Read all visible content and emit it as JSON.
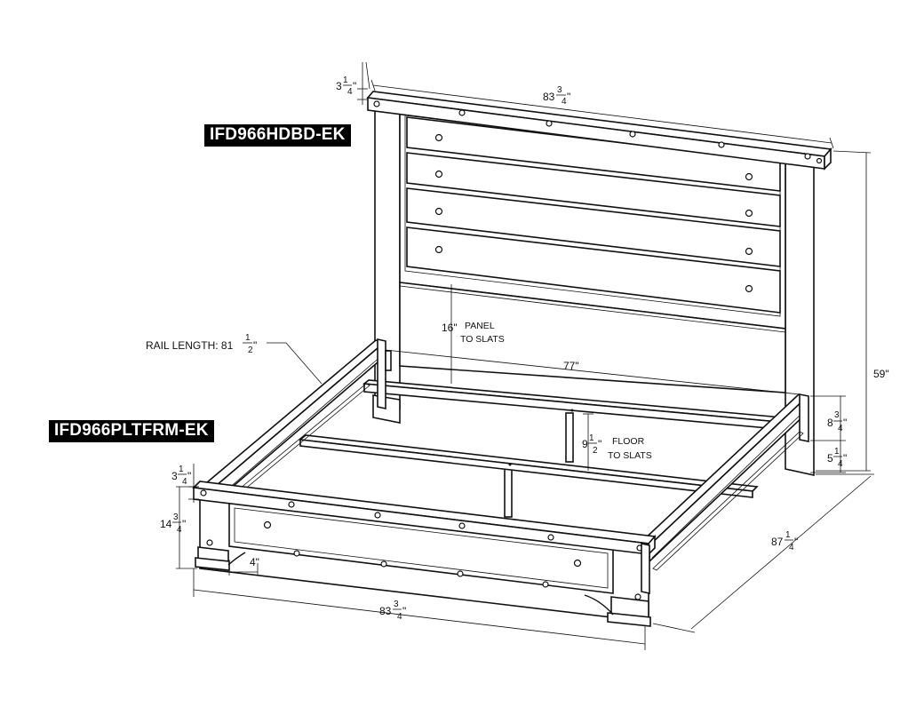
{
  "labels": {
    "headboard_model": "IFD966HDBD-EK",
    "platform_model": "IFD966PLTFRM-EK"
  },
  "dimensions": {
    "headboard_top_thickness": {
      "whole": "3",
      "num": "1",
      "den": "4",
      "unit": "\""
    },
    "headboard_width": {
      "whole": "83",
      "num": "3",
      "den": "4",
      "unit": "\""
    },
    "headboard_height": {
      "text": "59\""
    },
    "rail_length": {
      "prefix": "RAIL LENGTH: 81 ",
      "num": "1",
      "den": "2",
      "unit": "\""
    },
    "panel_to_slats": {
      "value": "16\"",
      "line1": "PANEL",
      "line2": "TO SLATS"
    },
    "inner_width": {
      "text": "77\""
    },
    "floor_to_slats": {
      "whole": "9",
      "num": "1",
      "den": "2",
      "unit": "\"",
      "line1": "FLOOR",
      "line2": "TO SLATS"
    },
    "side_height": {
      "whole": "8",
      "num": "3",
      "den": "4",
      "unit": "\""
    },
    "side_foot": {
      "whole": "5",
      "num": "1",
      "den": "4",
      "unit": "\""
    },
    "footboard_top_thickness": {
      "whole": "3",
      "num": "1",
      "den": "4",
      "unit": "\""
    },
    "footboard_height": {
      "whole": "14",
      "num": "3",
      "den": "4",
      "unit": "\""
    },
    "foot_clearance": {
      "text": "4\""
    },
    "bed_length": {
      "whole": "87",
      "num": "1",
      "den": "4",
      "unit": "\""
    },
    "footboard_width": {
      "whole": "83",
      "num": "3",
      "den": "4",
      "unit": "\""
    }
  }
}
